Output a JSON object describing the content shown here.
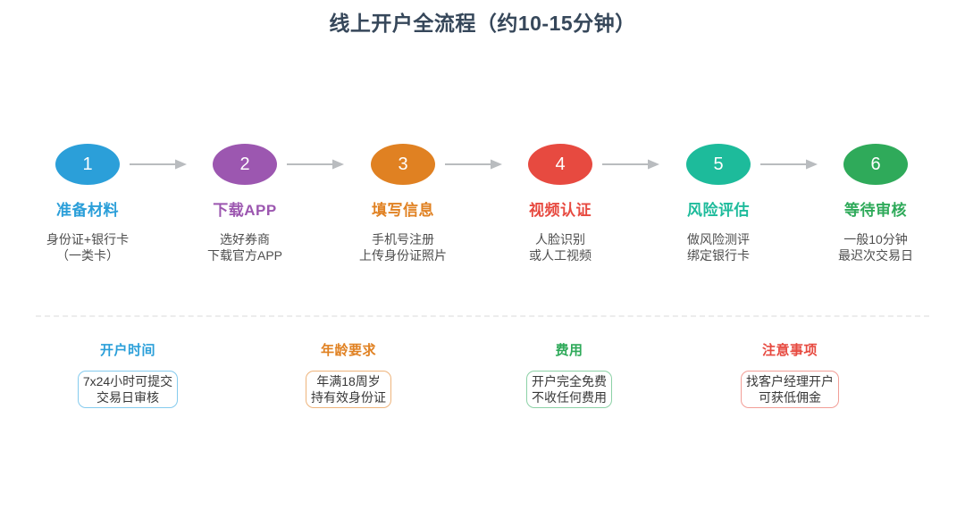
{
  "title": "线上开户全流程（约10-15分钟）",
  "steps": [
    {
      "num": "1",
      "label": "准备材料",
      "desc1": "身份证+银行卡",
      "desc2": "（一类卡）",
      "color": "#2b9fd9"
    },
    {
      "num": "2",
      "label": "下载APP",
      "desc1": "选好券商",
      "desc2": "下载官方APP",
      "color": "#9c57b0"
    },
    {
      "num": "3",
      "label": "填写信息",
      "desc1": "手机号注册",
      "desc2": "上传身份证照片",
      "color": "#e08122"
    },
    {
      "num": "4",
      "label": "视频认证",
      "desc1": "人脸识别",
      "desc2": "或人工视频",
      "color": "#e74a40"
    },
    {
      "num": "5",
      "label": "风险评估",
      "desc1": "做风险测评",
      "desc2": "绑定银行卡",
      "color": "#1dbb9b"
    },
    {
      "num": "6",
      "label": "等待审核",
      "desc1": "一般10分钟",
      "desc2": "最迟次交易日",
      "color": "#2faa5a"
    }
  ],
  "info_boxes": [
    {
      "title": "开户时间",
      "line1": "7x24小时可提交",
      "line2": "交易日审核",
      "color": "#2b9fd9",
      "border_color": "#85cbee"
    },
    {
      "title": "年龄要求",
      "line1": "年满18周岁",
      "line2": "持有效身份证",
      "color": "#e08122",
      "border_color": "#eeb47c"
    },
    {
      "title": "费用",
      "line1": "开户完全免费",
      "line2": "不收任何费用",
      "color": "#2faa5a",
      "border_color": "#8cd1a6"
    },
    {
      "title": "注意事项",
      "line1": "找客户经理开户",
      "line2": "可获低佣金",
      "color": "#e74a40",
      "border_color": "#f29e97"
    }
  ],
  "icons": {
    "arrow_color": "#b9bcbf"
  }
}
